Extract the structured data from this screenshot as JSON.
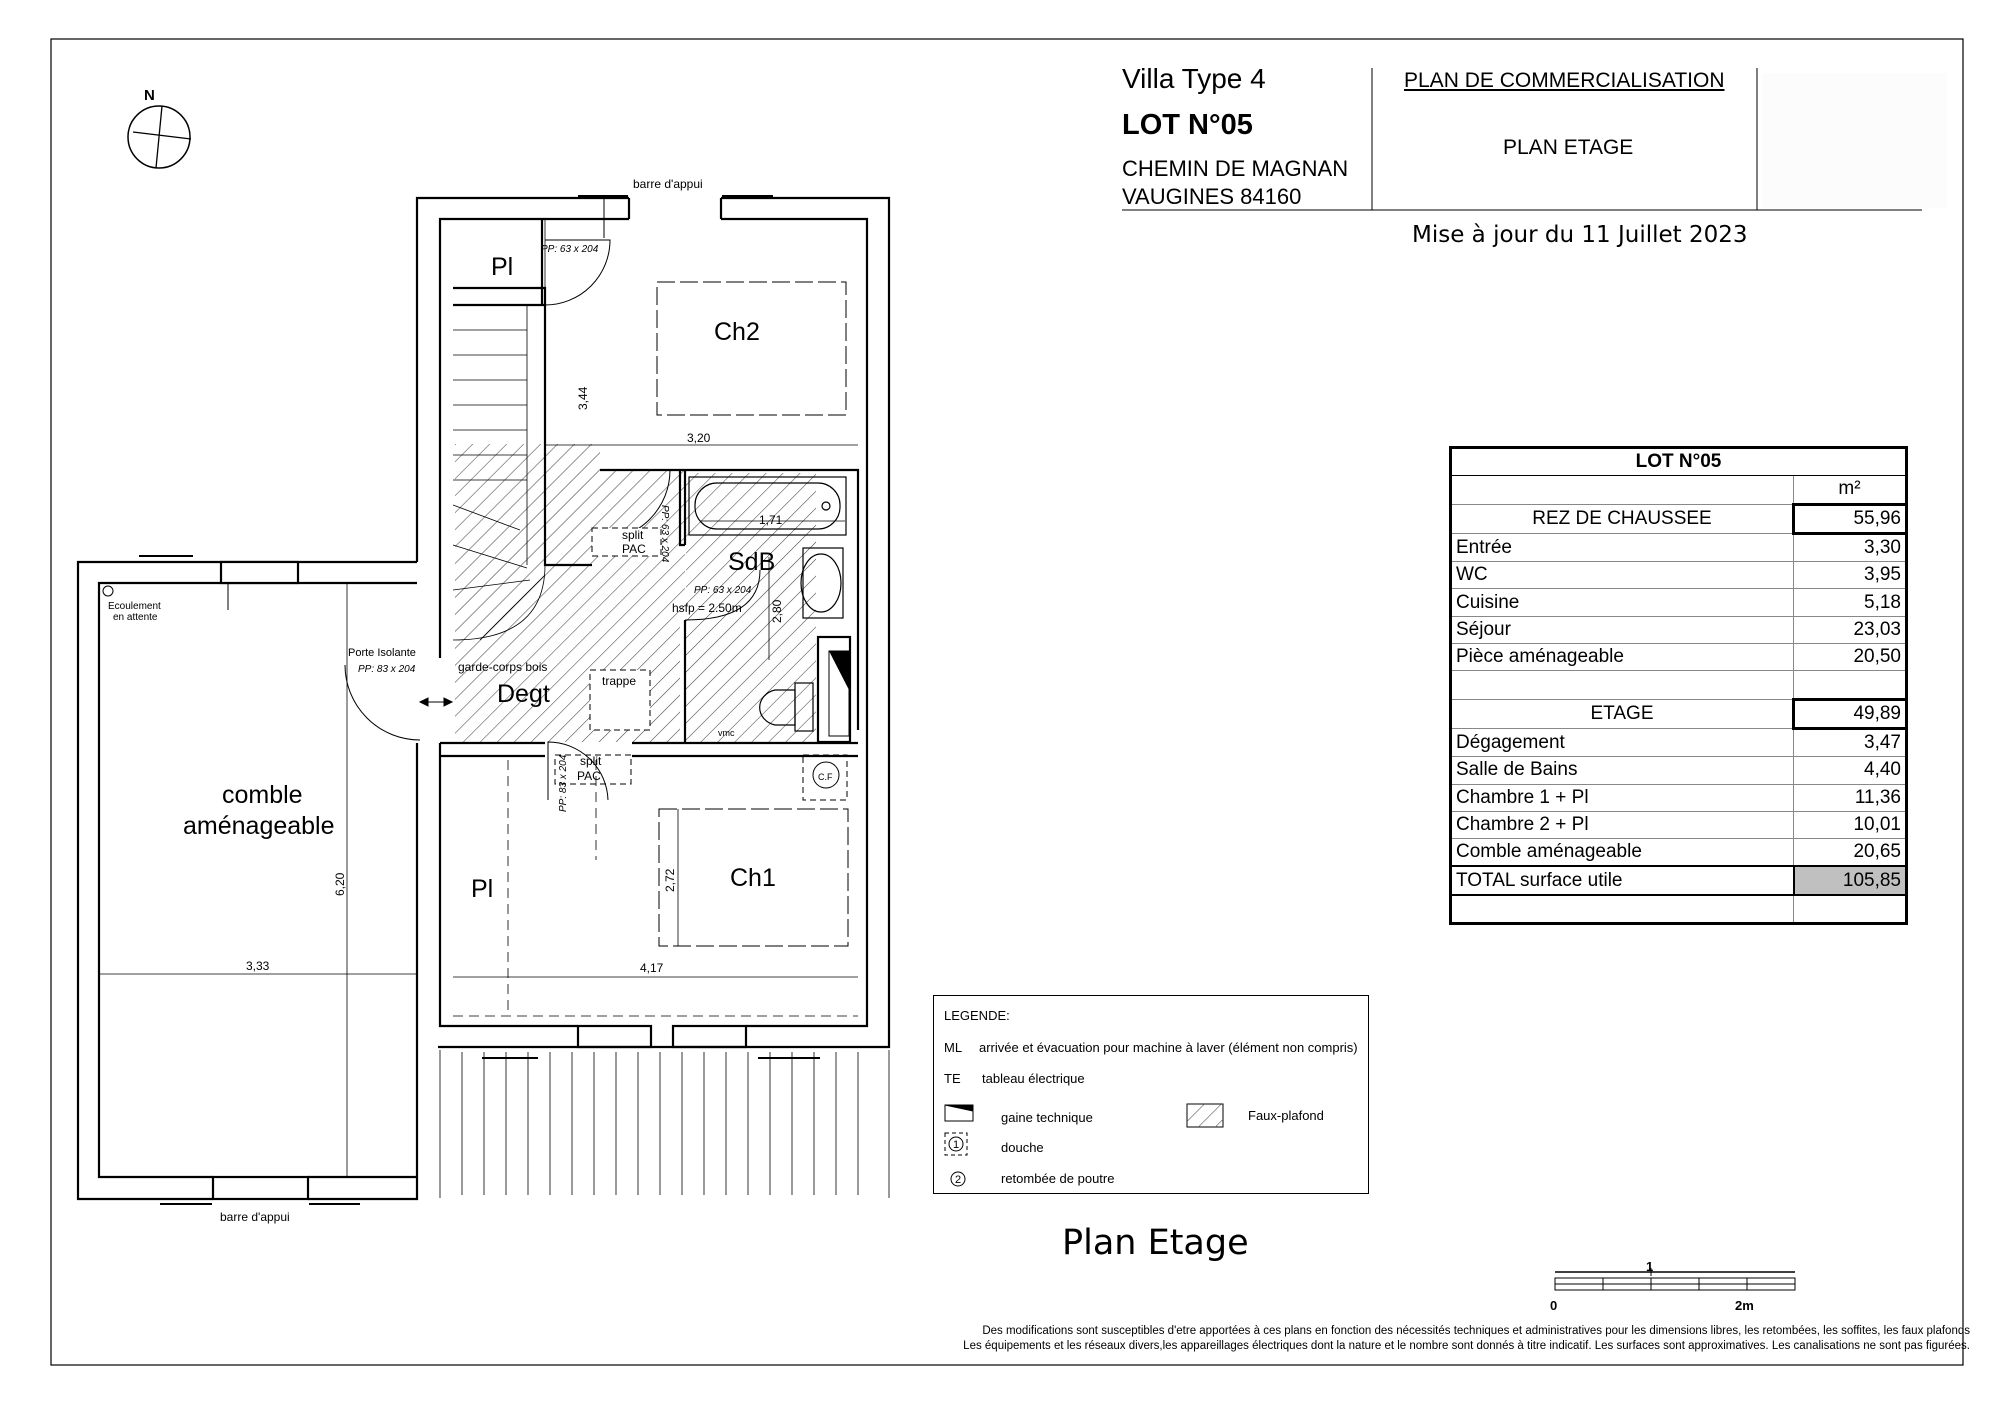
{
  "header": {
    "villa_type": "Villa Type 4",
    "lot": "LOT N°05",
    "address_line1": "CHEMIN DE MAGNAN",
    "address_line2": "VAUGINES 84160",
    "plan_type": "PLAN DE COMMERCIALISATION",
    "plan_sub": "PLAN ETAGE",
    "update_date": "Mise à jour du 11 Juillet 2023"
  },
  "compass": {
    "north_label": "N"
  },
  "plan": {
    "rooms": {
      "pl_top": "Pl",
      "ch2": "Ch2",
      "sdb": "SdB",
      "degt": "Degt",
      "ch1": "Ch1",
      "pl_bottom": "Pl",
      "comble_line1": "comble",
      "comble_line2": "aménageable"
    },
    "annotations": {
      "barre_appui_top": "barre d'appui",
      "barre_appui_bottom": "barre d'appui",
      "ecoulement_line1": "Ecoulement",
      "ecoulement_line2": "en attente",
      "porte_isolante": "Porte Isolante",
      "pp_porte_isolante": "PP: 83 x 204",
      "pp_pl_top": "PP: 63 x 204",
      "pp_sdb_vertical": "PP: 63 x 204",
      "pp_sdb": "PP: 63 x 204",
      "pp_ch1": "PP: 83 x 204",
      "split_pac_top_1": "split",
      "split_pac_top_2": "PAC",
      "split_pac_bottom_1": "split",
      "split_pac_bottom_2": "PAC",
      "hsfp": "hsfp = 2.50m",
      "garde_corps": "garde-corps bois",
      "trappe": "trappe",
      "vmc": "vmc",
      "cf": "C.F"
    },
    "dimensions": {
      "d_3_44": "3,44",
      "d_3_20": "3,20",
      "d_1_71": "1,71",
      "d_2_80": "2,80",
      "d_2_72": "2,72",
      "d_4_17": "4,17",
      "d_6_20": "6,20",
      "d_3_33": "3,33"
    }
  },
  "area_table": {
    "title": "LOT N°05",
    "unit": "m²",
    "rdc": {
      "label": "REZ DE CHAUSSEE",
      "total": "55,96",
      "rows": [
        {
          "name": "Entrée",
          "value": "3,30"
        },
        {
          "name": "WC",
          "value": "3,95"
        },
        {
          "name": "Cuisine",
          "value": "5,18"
        },
        {
          "name": "Séjour",
          "value": "23,03"
        },
        {
          "name": "Pièce aménageable",
          "value": "20,50"
        }
      ]
    },
    "etage": {
      "label": "ETAGE",
      "total": "49,89",
      "rows": [
        {
          "name": "Dégagement",
          "value": "3,47"
        },
        {
          "name": "Salle de Bains",
          "value": "4,40"
        },
        {
          "name": "Chambre 1 + Pl",
          "value": "11,36"
        },
        {
          "name": "Chambre 2 + Pl",
          "value": "10,01"
        },
        {
          "name": "Comble aménageable",
          "value": "20,65"
        }
      ]
    },
    "total_label": "TOTAL surface utile",
    "total_value": "105,85"
  },
  "legend": {
    "title": "LEGENDE:",
    "ml_code": "ML",
    "ml_text": "arrivée et évacuation pour machine à laver (élément non compris)",
    "te_code": "TE",
    "te_text": "tableau électrique",
    "gaine": "gaine technique",
    "douche": "douche",
    "poutre": "retombée de poutre",
    "faux_plafond": "Faux-plafond",
    "sym1": "1",
    "sym2": "2"
  },
  "plan_title": "Plan Etage",
  "scale_bar": {
    "label_top": "1",
    "label_zero": "0",
    "label_end": "2m"
  },
  "disclaimer": {
    "line1": "Des modifications sont susceptibles d'etre apportées à ces plans en fonction des nécessités techniques et administratives pour les dimensions libres, les retombées, les soffites, les faux plafonds",
    "line2": "Les équipements et les réseaux divers,les appareillages électriques dont la nature et le nombre sont donnés à titre indicatif. Les surfaces sont approximatives. Les canalisations ne sont pas figurées."
  }
}
